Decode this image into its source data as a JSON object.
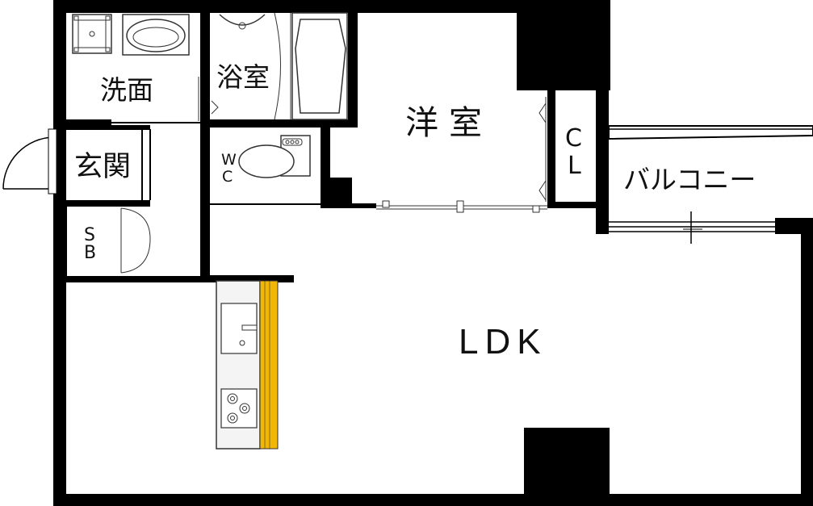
{
  "floor_plan": {
    "rooms": {
      "washroom": "洗面",
      "bathroom": "浴室",
      "western_room": "洋 室",
      "entrance": "玄関",
      "toilet_top": "W",
      "toilet_bottom": "C",
      "closet_top": "C",
      "closet_bottom": "L",
      "shoe_box_top": "S",
      "shoe_box_bottom": "B",
      "balcony": "バルコニー",
      "ldk": "LDK"
    },
    "colors": {
      "wall": "#000000",
      "background": "#ffffff",
      "counter_accent": "#f2b705",
      "fixture_stroke": "#333333",
      "cabinet_fill": "#f4f4f4"
    }
  }
}
